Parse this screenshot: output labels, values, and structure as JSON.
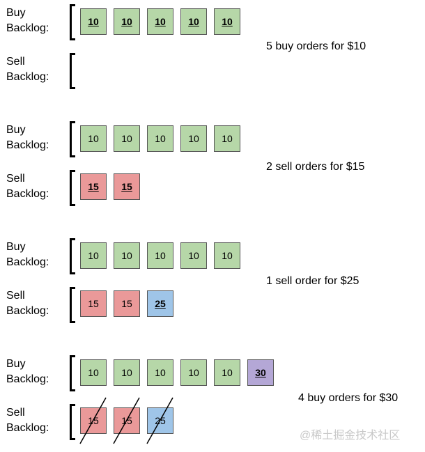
{
  "labels": {
    "buy": [
      "Buy",
      "Backlog:"
    ],
    "sell": [
      "Sell",
      "Backlog:"
    ]
  },
  "colors": {
    "buy": "#b6d7a8",
    "sell": "#ea9999",
    "sell_new": "#9fc5e8",
    "buy_new": "#b4a7d6"
  },
  "steps": [
    {
      "note": "5 buy orders for $10",
      "buy": [
        {
          "value": "10",
          "color": "buy",
          "bold": true
        },
        {
          "value": "10",
          "color": "buy",
          "bold": true
        },
        {
          "value": "10",
          "color": "buy",
          "bold": true
        },
        {
          "value": "10",
          "color": "buy",
          "bold": true
        },
        {
          "value": "10",
          "color": "buy",
          "bold": true
        }
      ],
      "sell": []
    },
    {
      "note": "2 sell orders for $15",
      "buy": [
        {
          "value": "10",
          "color": "buy"
        },
        {
          "value": "10",
          "color": "buy"
        },
        {
          "value": "10",
          "color": "buy"
        },
        {
          "value": "10",
          "color": "buy"
        },
        {
          "value": "10",
          "color": "buy"
        }
      ],
      "sell": [
        {
          "value": "15",
          "color": "sell",
          "bold": true
        },
        {
          "value": "15",
          "color": "sell",
          "bold": true
        }
      ]
    },
    {
      "note": "1 sell order for $25",
      "buy": [
        {
          "value": "10",
          "color": "buy"
        },
        {
          "value": "10",
          "color": "buy"
        },
        {
          "value": "10",
          "color": "buy"
        },
        {
          "value": "10",
          "color": "buy"
        },
        {
          "value": "10",
          "color": "buy"
        }
      ],
      "sell": [
        {
          "value": "15",
          "color": "sell"
        },
        {
          "value": "15",
          "color": "sell"
        },
        {
          "value": "25",
          "color": "sell_new",
          "bold": true
        }
      ]
    },
    {
      "note": "4 buy orders for $30",
      "buy": [
        {
          "value": "10",
          "color": "buy"
        },
        {
          "value": "10",
          "color": "buy"
        },
        {
          "value": "10",
          "color": "buy"
        },
        {
          "value": "10",
          "color": "buy"
        },
        {
          "value": "10",
          "color": "buy"
        },
        {
          "value": "30",
          "color": "buy_new",
          "bold": true
        }
      ],
      "sell": [
        {
          "value": "15",
          "color": "sell",
          "struck": true
        },
        {
          "value": "15",
          "color": "sell",
          "struck": true
        },
        {
          "value": "25",
          "color": "sell_new",
          "struck": true
        }
      ]
    }
  ],
  "watermark": "@稀土掘金技术社区"
}
